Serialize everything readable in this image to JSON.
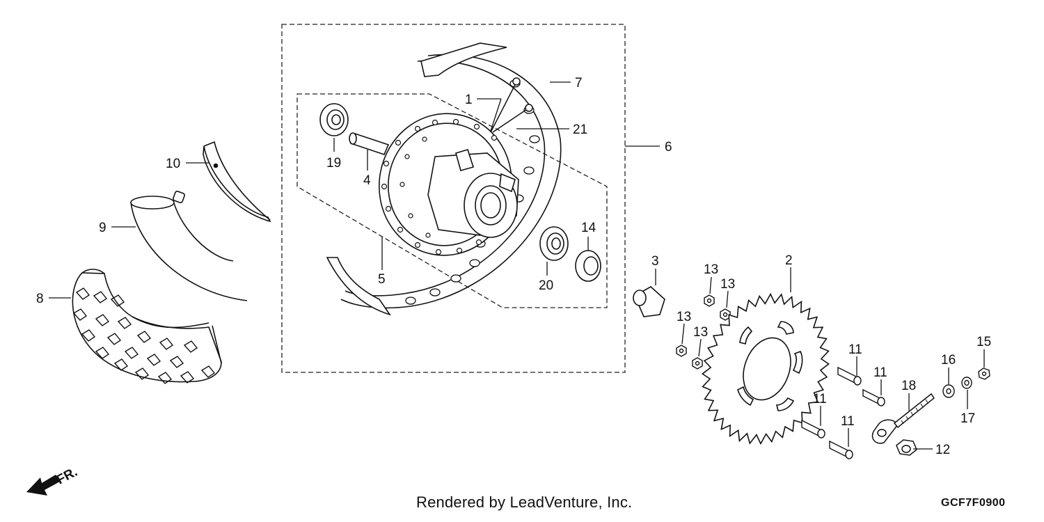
{
  "diagram": {
    "callouts": [
      {
        "id": "1",
        "label": "1"
      },
      {
        "id": "2",
        "label": "2"
      },
      {
        "id": "3",
        "label": "3"
      },
      {
        "id": "4",
        "label": "4"
      },
      {
        "id": "5",
        "label": "5"
      },
      {
        "id": "6",
        "label": "6"
      },
      {
        "id": "7",
        "label": "7"
      },
      {
        "id": "8",
        "label": "8"
      },
      {
        "id": "9",
        "label": "9"
      },
      {
        "id": "10",
        "label": "10"
      },
      {
        "id": "11a",
        "label": "11"
      },
      {
        "id": "11b",
        "label": "11"
      },
      {
        "id": "11c",
        "label": "11"
      },
      {
        "id": "11d",
        "label": "11"
      },
      {
        "id": "12",
        "label": "12"
      },
      {
        "id": "13a",
        "label": "13"
      },
      {
        "id": "13b",
        "label": "13"
      },
      {
        "id": "13c",
        "label": "13"
      },
      {
        "id": "13d",
        "label": "13"
      },
      {
        "id": "14",
        "label": "14"
      },
      {
        "id": "15",
        "label": "15"
      },
      {
        "id": "16",
        "label": "16"
      },
      {
        "id": "17",
        "label": "17"
      },
      {
        "id": "18",
        "label": "18"
      },
      {
        "id": "19",
        "label": "19"
      },
      {
        "id": "20",
        "label": "20"
      },
      {
        "id": "21",
        "label": "21"
      }
    ],
    "direction_label": "FR.",
    "credit": "Rendered by LeadVenture, Inc.",
    "diagram_code": "GCF7F0900"
  }
}
